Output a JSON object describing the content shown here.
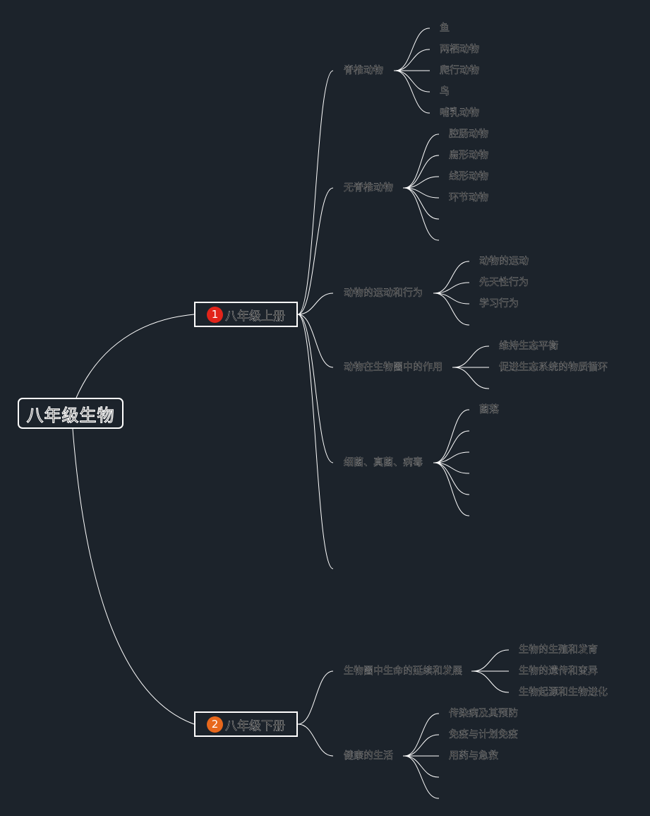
{
  "mindmap": {
    "root": {
      "label": "八年级生物"
    },
    "colors": {
      "background": "#1c232b",
      "line": "#ffffff",
      "badge_1": "#e2241a",
      "badge_2": "#e8681c"
    },
    "branches": [
      {
        "badge": "1",
        "label": "八年级上册",
        "children": [
          {
            "label": "脊椎动物",
            "children": [
              "鱼",
              "两栖动物",
              "爬行动物",
              "鸟",
              "哺乳动物"
            ]
          },
          {
            "label": "无脊椎动物",
            "children": [
              "腔肠动物",
              "扁形动物",
              "线形动物",
              "环节动物",
              "",
              ""
            ]
          },
          {
            "label": "动物的运动和行为",
            "children": [
              "动物的运动",
              "先天性行为",
              "学习行为",
              ""
            ]
          },
          {
            "label": "动物在生物圈中的作用",
            "children": [
              "维持生态平衡",
              "促进生态系统的物质循环",
              ""
            ]
          },
          {
            "label": "细菌、真菌、病毒",
            "children": [
              "菌落",
              "",
              "",
              "",
              "",
              ""
            ]
          },
          {
            "label": "",
            "children": []
          }
        ]
      },
      {
        "badge": "2",
        "label": "八年级下册",
        "children": [
          {
            "label": "生物圈中生命的延续和发展",
            "children": [
              "生物的生殖和发育",
              "生物的遗传和变异",
              "生物起源和生物进化"
            ]
          },
          {
            "label": "健康的生活",
            "children": [
              "传染病及其预防",
              "免疫与计划免疫",
              "用药与急救",
              "",
              ""
            ]
          }
        ]
      }
    ]
  }
}
